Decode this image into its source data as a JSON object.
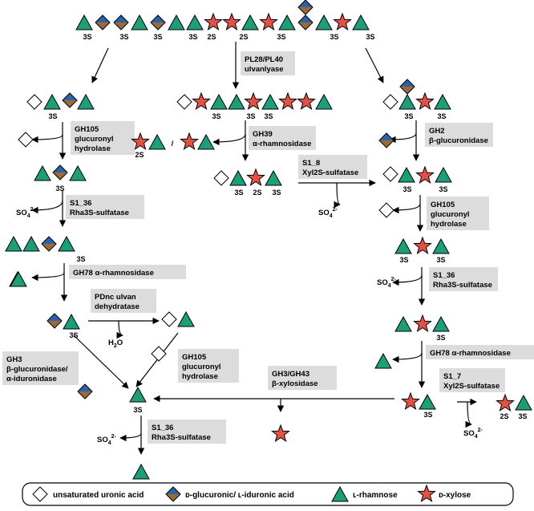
{
  "colors": {
    "rhamnose_green": "#1e9e78",
    "xylose_red": "#e05245",
    "glucuronic_blue": "#2b62a8",
    "iduronic_brown": "#9a6a3a",
    "label_box": "#dcdcdc"
  },
  "sulfate_labels": {
    "s3": "3S",
    "s2": "2S"
  },
  "sulfate_product": {
    "main": "SO",
    "sub": "4",
    "sup": "2-"
  },
  "water": {
    "main": "H",
    "sub": "2",
    "tail": "O"
  },
  "slash": "/",
  "enzymes": {
    "pl28": [
      "PL28/PL40",
      "ulvanlyase"
    ],
    "gh105_left": [
      "GH105",
      "glucuronyl",
      "hydrolase"
    ],
    "s1_36_left": [
      "S1_36",
      "Rha3S-sulfatase"
    ],
    "gh78_left": [
      "GH78 α-rhamnosidase"
    ],
    "pdnc": [
      "PDnc ulvan",
      "dehydratase"
    ],
    "gh3": [
      "GH3",
      "β-glucuronidase/",
      "α-iduronidase"
    ],
    "gh105_mid": [
      "GH105",
      "glucuronyl",
      "hydrolase"
    ],
    "s1_36_bottom": [
      "S1_36",
      "Rha3S-sulfatase"
    ],
    "gh39": [
      "GH39",
      "α-rhamnosidase"
    ],
    "s1_8": [
      "S1_8",
      "Xyl2S-sulfatase"
    ],
    "gh2": [
      "GH2",
      "β-glucuronidase"
    ],
    "gh105_right": [
      "GH105",
      "glucuronyl",
      "hydrolase"
    ],
    "s1_36_right": [
      "S1_36",
      "Rha3S-sulfatase"
    ],
    "gh78_right": [
      "GH78 α-rhamnosidase"
    ],
    "s1_7": [
      "S1_7",
      "Xyl2S-sulfatase"
    ],
    "gh3_gh43": [
      "GH3/GH43",
      "β-xylosidase"
    ]
  },
  "legend": [
    {
      "icon": "unsaturated-uronic-acid",
      "label": "unsaturated uronic acid"
    },
    {
      "icon": "glucuronic-iduronic-acid",
      "label": "ᴅ-glucuronic/ ʟ-iduronic acid"
    },
    {
      "icon": "rhamnose",
      "label": "ʟ-rhamnose"
    },
    {
      "icon": "xylose",
      "label": "ᴅ-xylose"
    }
  ]
}
